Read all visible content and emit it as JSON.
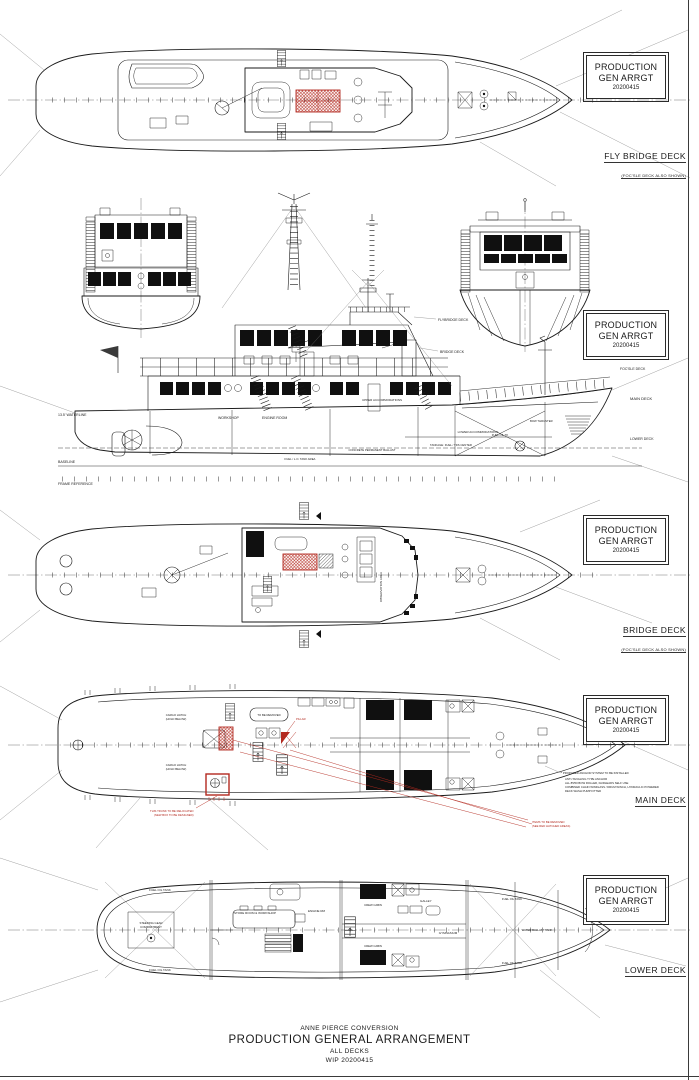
{
  "sheet": {
    "title_box": {
      "line1": "PRODUCTION",
      "line2": "GEN ARRGT",
      "date": "20200415"
    },
    "footer": {
      "project": "ANNE PIERCE CONVERSION",
      "title": "PRODUCTION GENERAL ARRANGEMENT",
      "subtitle": "ALL DECKS",
      "revision": "WIP 20200415"
    },
    "colors": {
      "linework": "#1a1a1a",
      "highlight_red": "#b3291f",
      "background": "#ffffff"
    }
  },
  "views": {
    "fly_bridge": {
      "label": "FLY BRIDGE DECK",
      "sublabel": "(FOC'SLE DECK ALSO SHOWN)"
    },
    "profile": {
      "flybridge_deck": "FLYBRIDGE DECK",
      "bridge_deck": "BRIDGE DECK",
      "focsle_deck": "FOC'SLE DECK",
      "main_deck": "MAIN DECK",
      "lower_deck": "LOWER DECK",
      "waterline": "13.5' WATERLINE",
      "baseline": "BASELINE",
      "frame_reference": "FRAME REFERENCE",
      "workshop": "WORKSHOP",
      "engine_room": "ENGINE ROOM",
      "upper_accommodations": "UPPER ACCOMMODATIONS",
      "lower_accommodations": "LOWER ACCOMMODATIONS",
      "ballast": "CONCRETE PERMANENT BALLAST",
      "fuel_area": "FUEL / L.O. TANK AREA",
      "tankage": "TANKAGE: FUEL / TDS CENTER",
      "fuel_tank": "FUEL OIL TK",
      "bow_thruster": "BOW THRUSTER"
    },
    "bridge": {
      "label": "BRIDGE DECK",
      "sublabel": "(FOC'SLE DECK ALSO SHOWN)",
      "observation_area": "OBSERVATION AREA"
    },
    "main": {
      "label": "MAIN DECK",
      "to_be_removed": "TO BE REMOVED",
      "pillar": "PILLAR",
      "cargo_hatch": "CARGO HATCH",
      "cargo_hatch_sub": "(HOLD BELOW)",
      "red_note_left_1": "THIS TRUNK TO BE RELOCATED",
      "red_note_left_2": "(NEW BOX TO BE DESIGNED)",
      "red_note_right_1": "ITEMS TO BE REMOVED",
      "red_note_right_2": "(SEE RED HATCHED AREAS)",
      "notes": [
        "* PROPOSED ANCHOR SYSTEM TO BE INSTALLED",
        "ANTI-TANGLING TYPE ANCHOR",
        "ALL 85/50 BOW ROLLER, FAIRLEADS SELF USE",
        "COMBINED CHAIN WINDLASS / DRUM WINCH, HYDRAULIC POWERED",
        "DECK WASH PUMP FITTED"
      ]
    },
    "lower": {
      "label": "LOWER DECK",
      "steering_1": "STEERING GEAR",
      "steering_2": "COMPARTMENT",
      "store_room": "STORE ROOM & WORKSHOP",
      "engine_rm": "ENGINE RM",
      "fuel_oil_tank": "FUEL OIL TANK",
      "water_ballast": "WATER BALLAST TANK",
      "gymnasium": "GYMNASIUM",
      "galley": "GALLEY",
      "crew_cabin": "CREW CABIN"
    }
  }
}
